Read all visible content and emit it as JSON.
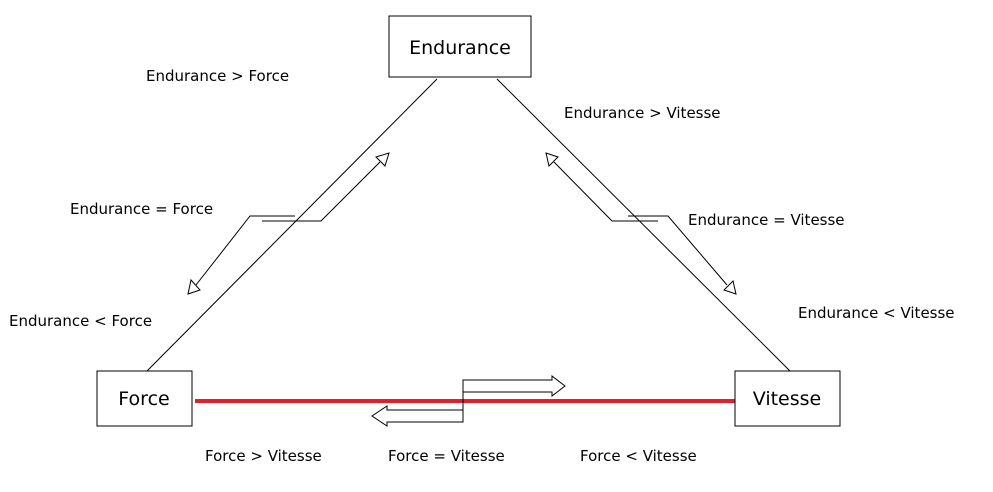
{
  "nodes": {
    "endurance": "Endurance",
    "force": "Force",
    "vitesse": "Vitesse"
  },
  "relations": {
    "endurance_force": {
      "greater": "Endurance > Force",
      "equal": "Endurance = Force",
      "less": "Endurance < Force"
    },
    "endurance_vitesse": {
      "greater": "Endurance > Vitesse",
      "equal": "Endurance = Vitesse",
      "less": "Endurance < Vitesse"
    },
    "force_vitesse": {
      "greater": "Force > Vitesse",
      "equal": "Force = Vitesse",
      "less": "Force < Vitesse"
    }
  },
  "colors": {
    "line": "#000000",
    "highlight_edge": "#e0202a"
  }
}
